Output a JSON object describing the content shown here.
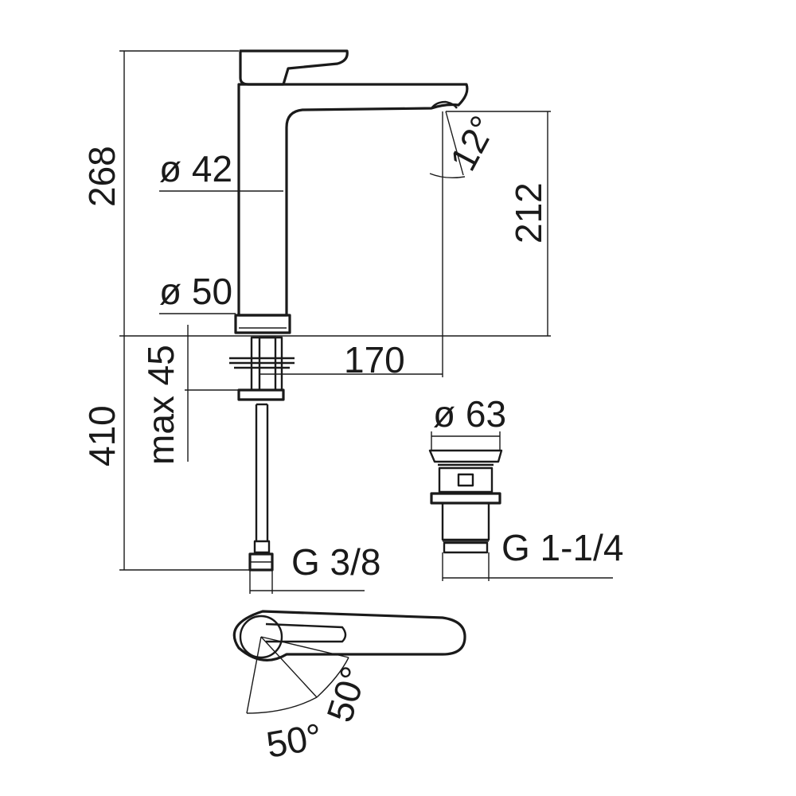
{
  "dimensions": {
    "total_height": "268",
    "spout_diameter": "ø 42",
    "base_diameter": "ø 50",
    "outlet_height": "212",
    "spout_angle": "12°",
    "spout_reach": "170",
    "max_thickness": "max 45",
    "hose_length": "410",
    "hose_thread": "G 3/8",
    "waste_diameter": "ø 63",
    "waste_thread": "G 1-1/4",
    "handle_angle_left": "50°",
    "handle_angle_right": "50°"
  },
  "colors": {
    "line": "#1a1a1a",
    "background": "#ffffff"
  }
}
